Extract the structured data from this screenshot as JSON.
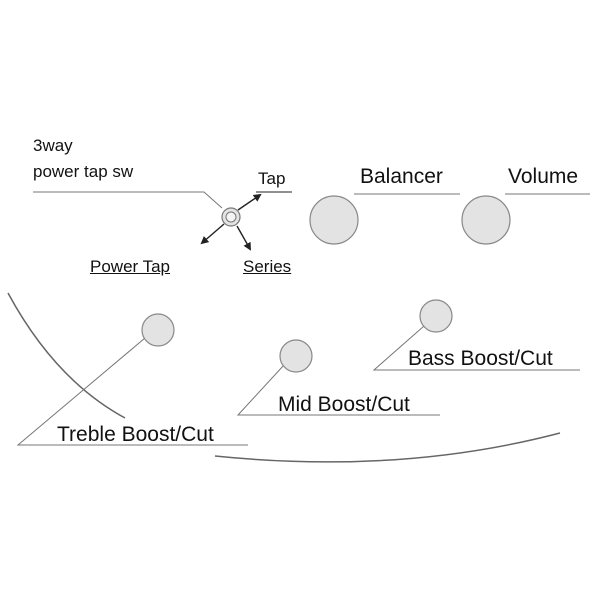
{
  "switch": {
    "title_line1": "3way",
    "title_line2": "power tap sw",
    "positions": [
      "Tap",
      "Power Tap",
      "Series"
    ]
  },
  "knobs": {
    "balancer": "Balancer",
    "volume": "Volume",
    "treble": "Treble Boost/Cut",
    "mid": "Mid Boost/Cut",
    "bass": "Bass Boost/Cut"
  },
  "colors": {
    "knob_fill": "#e3e3e3",
    "knob_stroke": "#888888",
    "line": "#555555"
  }
}
